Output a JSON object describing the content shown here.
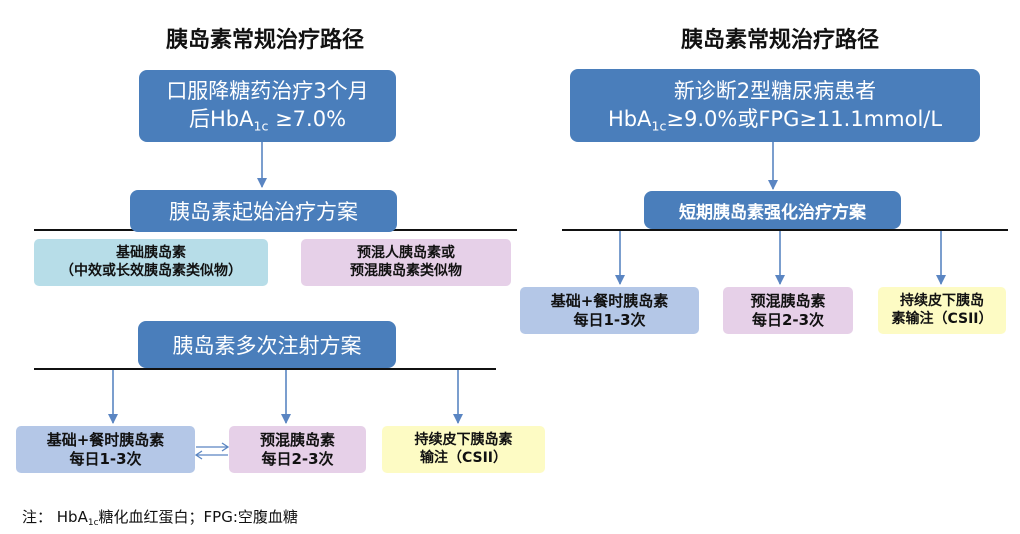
{
  "left": {
    "title": "胰岛素常规治疗路径",
    "start": {
      "line1": "口服降糖药治疗3个月",
      "line2_pre": "后HbA",
      "line2_sub": "1c",
      "line2_post": " ≥7.0%"
    },
    "initial_plan": "胰岛素起始治疗方案",
    "initial_options": [
      {
        "line1": "基础胰岛素",
        "line2": "（中效或长效胰岛素类似物）"
      },
      {
        "line1": "预混人胰岛素或",
        "line2": "预混胰岛素类似物"
      }
    ],
    "multi_plan": "胰岛素多次注射方案",
    "multi_options": [
      {
        "line1": "基础+餐时胰岛素",
        "line2": "每日1-3次"
      },
      {
        "line1": "预混胰岛素",
        "line2": "每日2-3次"
      },
      {
        "line1": "持续皮下胰岛素",
        "line2": "输注（CSII）"
      }
    ]
  },
  "right": {
    "title": "胰岛素常规治疗路径",
    "start": {
      "line1": "新诊断2型糖尿病患者",
      "line2_pre": "HbA",
      "line2_sub": "1c",
      "line2_post": "≥9.0%或FPG≥11.1mmol/L"
    },
    "plan": "短期胰岛素强化治疗方案",
    "options": [
      {
        "line1": "基础+餐时胰岛素",
        "line2": "每日1-3次"
      },
      {
        "line1": "预混胰岛素",
        "line2": "每日2-3次"
      },
      {
        "line1": "持续皮下胰岛",
        "line2": "素输注（CSII）"
      }
    ]
  },
  "note": {
    "prefix": "注：  HbA",
    "sub": "1c",
    "suffix": "糖化血红蛋白；FPG:空腹血糖"
  },
  "colors": {
    "main_box": "#4a7ebb",
    "basal_bolus": "#b4c7e7",
    "basal": "#b7dde8",
    "premixed": "#e6d0e8",
    "csii": "#fdfbc4",
    "arrow": "#5a85c2"
  }
}
